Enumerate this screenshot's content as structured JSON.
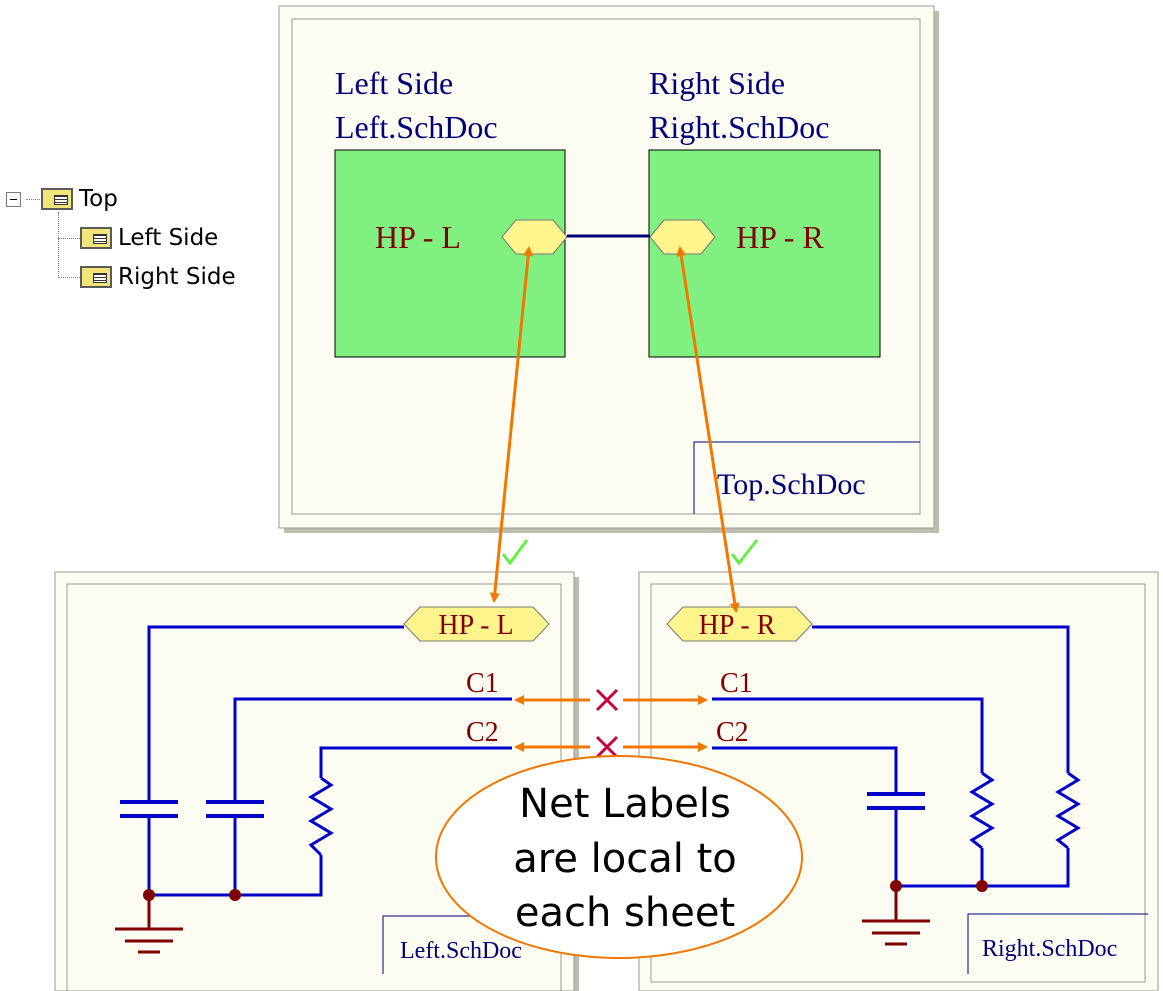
{
  "tree": {
    "root": "Top",
    "children": [
      "Left Side",
      "Right Side"
    ]
  },
  "top_sheet": {
    "left_designator": "Left Side",
    "left_filename": "Left.SchDoc",
    "right_designator": "Right Side",
    "right_filename": "Right.SchDoc",
    "left_entry": "HP - L",
    "right_entry": "HP - R",
    "title_block": "Top.SchDoc"
  },
  "left_sheet": {
    "port": "HP - L",
    "net_label_1": "C1",
    "net_label_2": "C2",
    "title_block": "Left.SchDoc"
  },
  "right_sheet": {
    "port": "HP - R",
    "net_label_1": "C1",
    "net_label_2": "C2",
    "title_block": "Right.SchDoc"
  },
  "callout": {
    "line1": "Net Labels",
    "line2": "are local to",
    "line3": "each sheet"
  },
  "colors": {
    "sheet_bg": "#fcfcf2",
    "sheet_shadow": "#bdbdb0",
    "symbol_fill": "#80f080",
    "port_fill": "#fff58c",
    "wire": "#0000cc",
    "designator_text": "#00007a",
    "entry_text": "#800000",
    "arrow": "#f07800",
    "cross": "#c8003c",
    "check": "#66ee44",
    "ground": "#800000"
  }
}
